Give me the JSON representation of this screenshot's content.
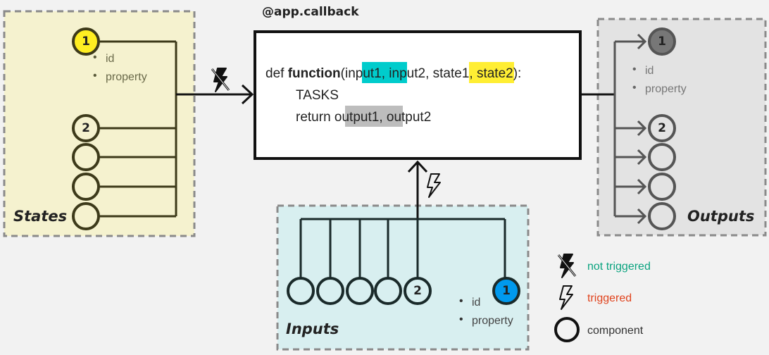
{
  "title": "@app.callback",
  "groups": {
    "states": "States",
    "outputs": "Outputs",
    "inputs": "Inputs"
  },
  "component_props": {
    "id": "id",
    "property": "property"
  },
  "numbers": {
    "one": "1",
    "two": "2"
  },
  "code": {
    "def": "def ",
    "function": "function",
    "open_paren": "(",
    "input1": "input1",
    "sep1": ", input2, ",
    "state1": "state1",
    "sep2": ", state2):",
    "tasks": "TASKS",
    "return_kw": "return ",
    "output1": "output1",
    "output_rest": ", output2"
  },
  "legend": {
    "not_triggered": "not triggered",
    "triggered": "triggered",
    "component": "component"
  },
  "colors": {
    "background": "#f2f2f2",
    "states_fill": "#f5f2cf",
    "inputs_fill": "#d8eff0",
    "outputs_fill": "#e3e3e3",
    "dash_border": "#8a8a8a",
    "state_line": "#3d3a1a",
    "input_line": "#1a2a2a",
    "output_line": "#555555",
    "highlight_input": "#00cccc",
    "highlight_state": "#ffee33",
    "highlight_output": "#bdbdbd",
    "state_1_fill": "#ffee22",
    "input_1_fill": "#0099ee",
    "output_1_fill": "#777777",
    "legend_not_triggered": "#0aa37f",
    "legend_triggered": "#e0441e"
  },
  "icons": [
    "lightning-crossed-icon",
    "lightning-icon",
    "component-circle-icon",
    "arrow-icon"
  ]
}
